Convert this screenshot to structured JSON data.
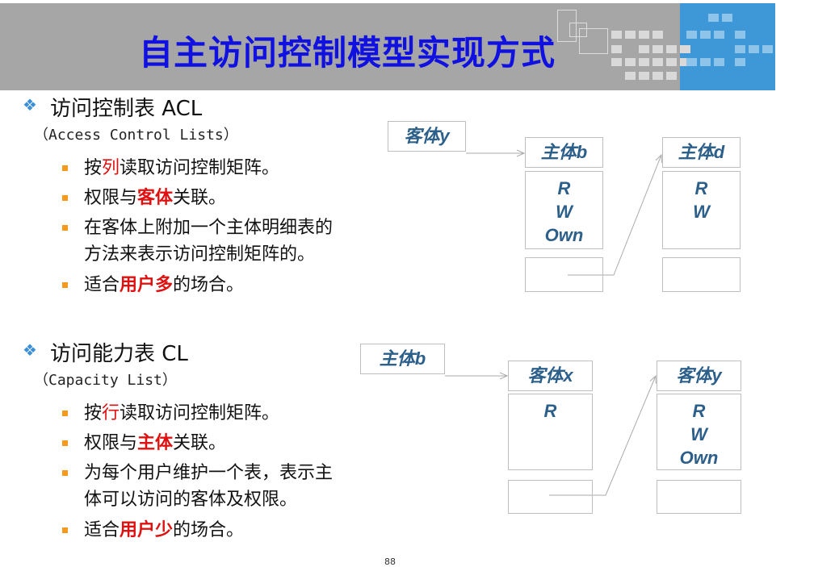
{
  "title": "自主访问控制模型实现方式",
  "sections": [
    {
      "heading": "访问控制表 ACL",
      "subheading": "（Access Control Lists）",
      "bullets": [
        [
          {
            "t": "按"
          },
          {
            "t": "列",
            "c": "redn"
          },
          {
            "t": "读取访问控制矩阵。"
          }
        ],
        [
          {
            "t": "权限与"
          },
          {
            "t": "客体",
            "c": "red"
          },
          {
            "t": "关联。"
          }
        ],
        [
          {
            "t": "在客体上附加一个主体明细表的"
          }
        ],
        [
          {
            "t": "方法来表示访问控制矩阵的。"
          }
        ],
        [
          {
            "t": "适合"
          },
          {
            "t": "用户多",
            "c": "red"
          },
          {
            "t": "的场合。"
          }
        ]
      ]
    },
    {
      "heading": "访问能力表 CL",
      "subheading": "（Capacity List）",
      "bullets": [
        [
          {
            "t": "按"
          },
          {
            "t": "行",
            "c": "redn"
          },
          {
            "t": "读取访问控制矩阵。"
          }
        ],
        [
          {
            "t": "权限与"
          },
          {
            "t": "主体",
            "c": "red"
          },
          {
            "t": "关联。"
          }
        ],
        [
          {
            "t": "为每个用户维护一个表，表示主"
          }
        ],
        [
          {
            "t": "体可以访问的客体及权限。"
          }
        ],
        [
          {
            "t": "适合"
          },
          {
            "t": "用户少",
            "c": "red"
          },
          {
            "t": "的场合。"
          }
        ]
      ]
    }
  ],
  "diagram_acl": {
    "root": "客体y",
    "nodes": [
      {
        "name": "主体b",
        "rights": [
          "R",
          "W",
          "Own"
        ]
      },
      {
        "name": "主体d",
        "rights": [
          "R",
          "W"
        ]
      }
    ]
  },
  "diagram_cl": {
    "root": "主体b",
    "nodes": [
      {
        "name": "客体x",
        "rights": [
          "R"
        ]
      },
      {
        "name": "客体y",
        "rights": [
          "R",
          "W",
          "Own"
        ]
      }
    ]
  },
  "page_number": "88"
}
